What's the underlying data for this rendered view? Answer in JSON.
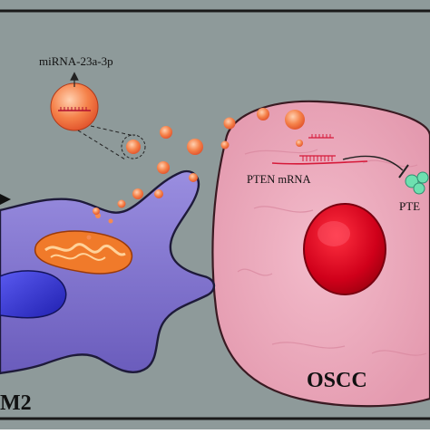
{
  "labels": {
    "mirna": "miRNA-23a-3p",
    "pten_mrna": "PTEN mRNA",
    "pten_protein": "PTE",
    "left_cell": "M2",
    "right_cell": "OSCC"
  },
  "colors": {
    "background": "#8e9a9a",
    "frame": "#1a1a1a",
    "macrophage": "#7b6fc8",
    "macrophage_nucleus": "#2f2fd0",
    "mitochondrion": "#f07a2a",
    "oscc_cell": "#e9a9bc",
    "oscc_nucleus": "#d4001c",
    "vesicle": "#f26a3a",
    "rna": "#d61a3a",
    "pten_protein": "#6ee0b0"
  }
}
